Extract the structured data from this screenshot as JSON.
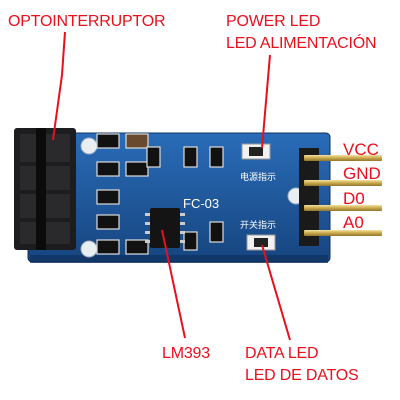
{
  "labels": {
    "optointerruptor": "OPTOINTERRUPTOR",
    "power_led_en": "POWER LED",
    "power_led_es": "LED ALIMENTACIÓN",
    "lm393": "LM393",
    "data_led_en": "DATA LED",
    "data_led_es": "LED DE DATOS"
  },
  "pins": [
    "VCC",
    "GND",
    "D0",
    "A0"
  ],
  "board": {
    "model": "FC-03",
    "power_silk": "电源指示",
    "switch_silk": "开关指示"
  },
  "colors": {
    "label_red": "#e8101a",
    "pcb_blue": "#1f5fa8",
    "pin_gold": "#c9a94a"
  }
}
